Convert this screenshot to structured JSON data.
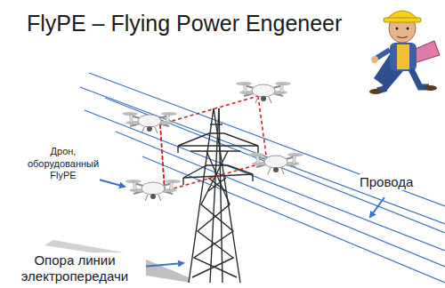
{
  "diagram": {
    "title": "FlyPE – Flying Power Engeneer",
    "labels": [
      "Дрон, оборудованный FlyPE",
      "Провода",
      "Опора линии электропередачи"
    ]
  }
}
